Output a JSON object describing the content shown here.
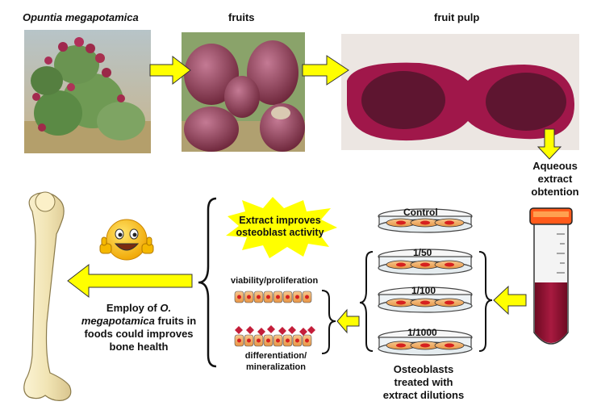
{
  "labels": {
    "plant": "Opuntia megapotamica",
    "fruits": "fruits",
    "fruit_pulp": "fruit pulp",
    "aqueous_1": "Aqueous",
    "aqueous_2": "extract",
    "aqueous_3": "obtention",
    "control": "Control",
    "dilution_1": "1/50",
    "dilution_2": "1/100",
    "dilution_3": "1/1000",
    "osteo_1": "Osteoblasts",
    "osteo_2": "treated with",
    "osteo_3": "extract dilutions",
    "starburst_1": "Extract improves",
    "starburst_2": "osteoblast activity",
    "viability": "viability/proliferation",
    "diff_1": "differentiation/",
    "diff_2": "mineralization",
    "employ_1a": "Employ of ",
    "employ_1b": "O.",
    "employ_2a": "megapotamica",
    "employ_2b": " fruits in",
    "employ_3": "foods could improves",
    "employ_4": "bone health"
  },
  "colors": {
    "arrow_fill": "#ffff00",
    "arrow_stroke": "#222222",
    "pulp": "#a0174a",
    "cell_fill": "#f1ad6a",
    "nucleus": "#d6201f",
    "mineral": "#c41e3a",
    "starburst": "#ffff00",
    "tube_liquid": "#8a1030",
    "tube_cap": "#ff5a1a"
  },
  "icons": {
    "smiley": "thumbs-up-emoji-icon",
    "bone": "femur-bone-icon",
    "tube": "test-tube-icon"
  }
}
